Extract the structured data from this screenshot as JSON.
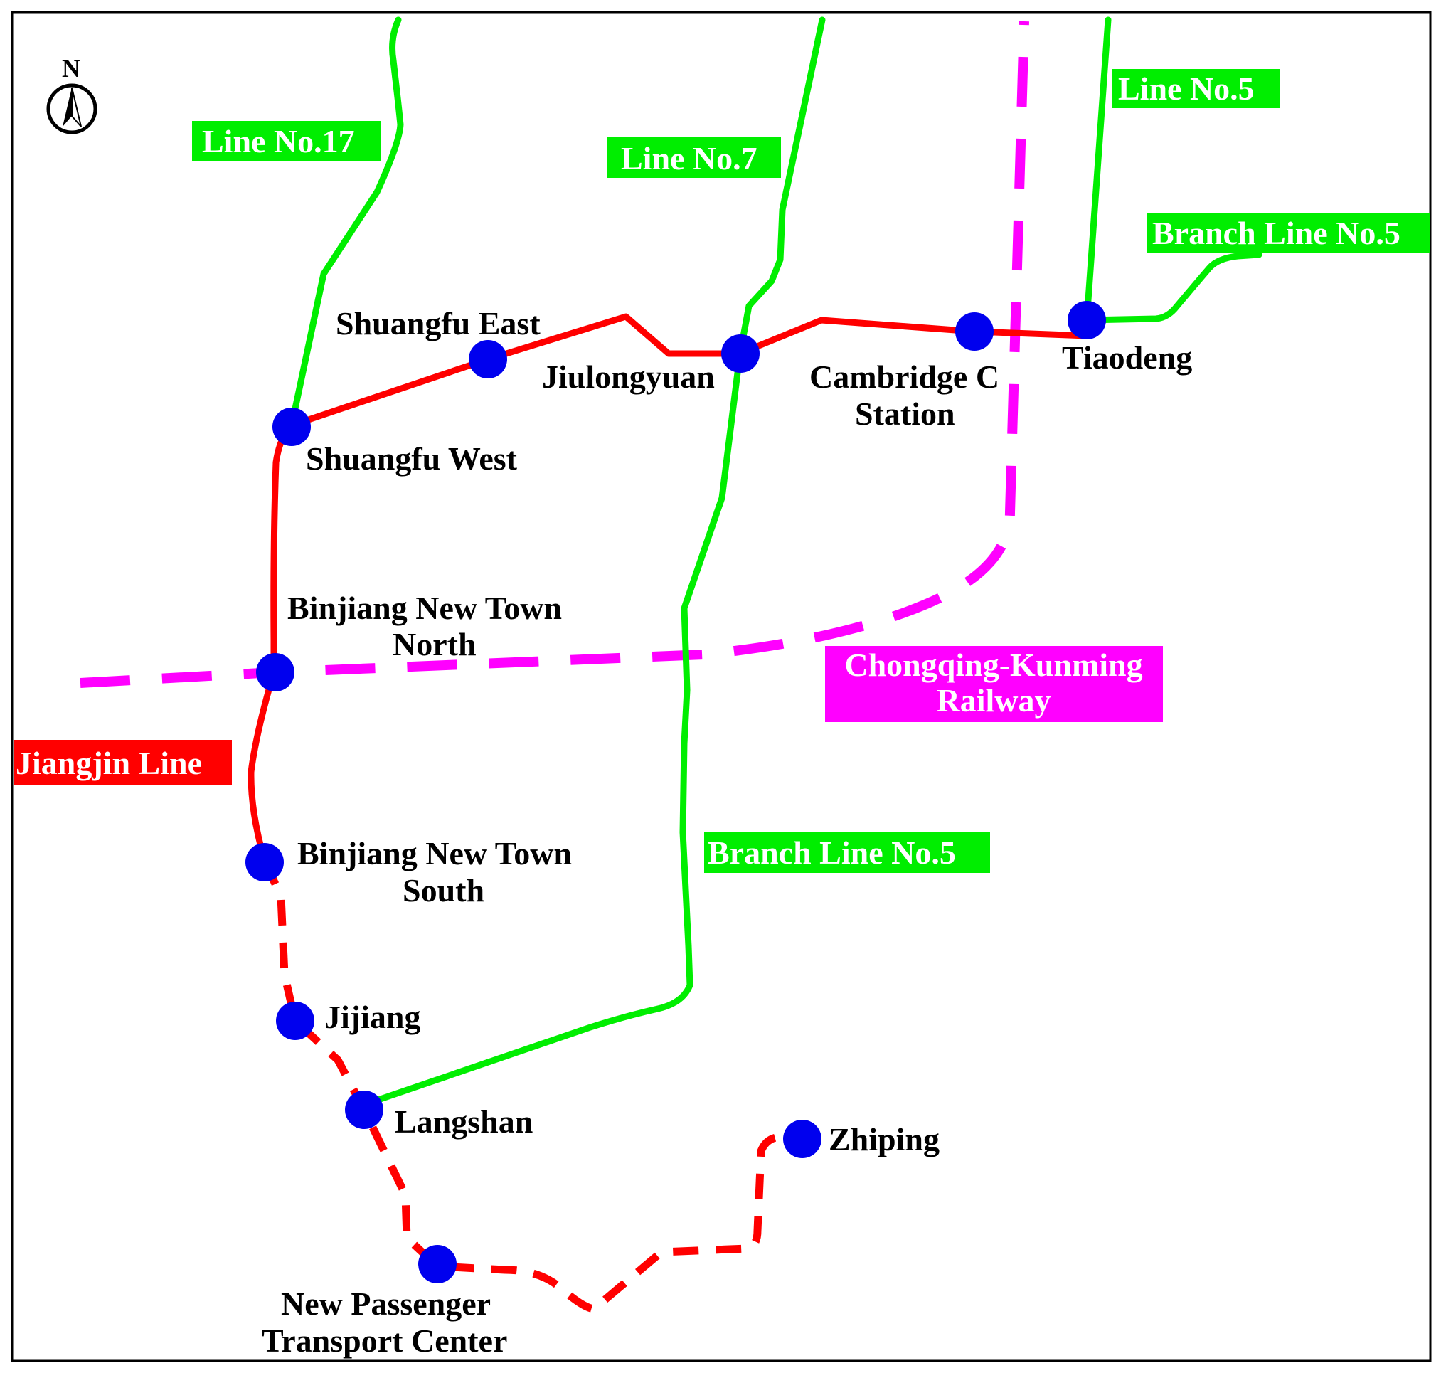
{
  "colors": {
    "metro": "#00ee00",
    "jiangjin": "#ff0000",
    "railway": "#ff00ff",
    "station": "#0000ee",
    "frame": "#000000",
    "background": "#ffffff"
  },
  "compass": {
    "letter": "N",
    "icon": "north-arrow-icon"
  },
  "line_labels": {
    "line17": "Line No.17",
    "line7": "Line No.7",
    "line5": "Line No.5",
    "branch5_top": "Branch Line No.5",
    "branch5_mid": "Branch Line No.5",
    "jiangjin": "Jiangjin Line",
    "railway_1": "Chongqing-Kunming",
    "railway_2": "Railway"
  },
  "stations": {
    "shuangfu_east": "Shuangfu East",
    "jiulongyuan": "Jiulongyuan",
    "cambridge_1": "Cambridge C",
    "cambridge_2": "Station",
    "tiaodeng": "Tiaodeng",
    "shuangfu_west": "Shuangfu West",
    "bnt_north_1": "Binjiang New Town",
    "bnt_north_2": "North",
    "bnt_south_1": "Binjiang New Town",
    "bnt_south_2": "South",
    "jijiang": "Jijiang",
    "langshan": "Langshan",
    "zhiping": "Zhiping",
    "npt_1": "New Passenger",
    "npt_2": "Transport Center"
  }
}
